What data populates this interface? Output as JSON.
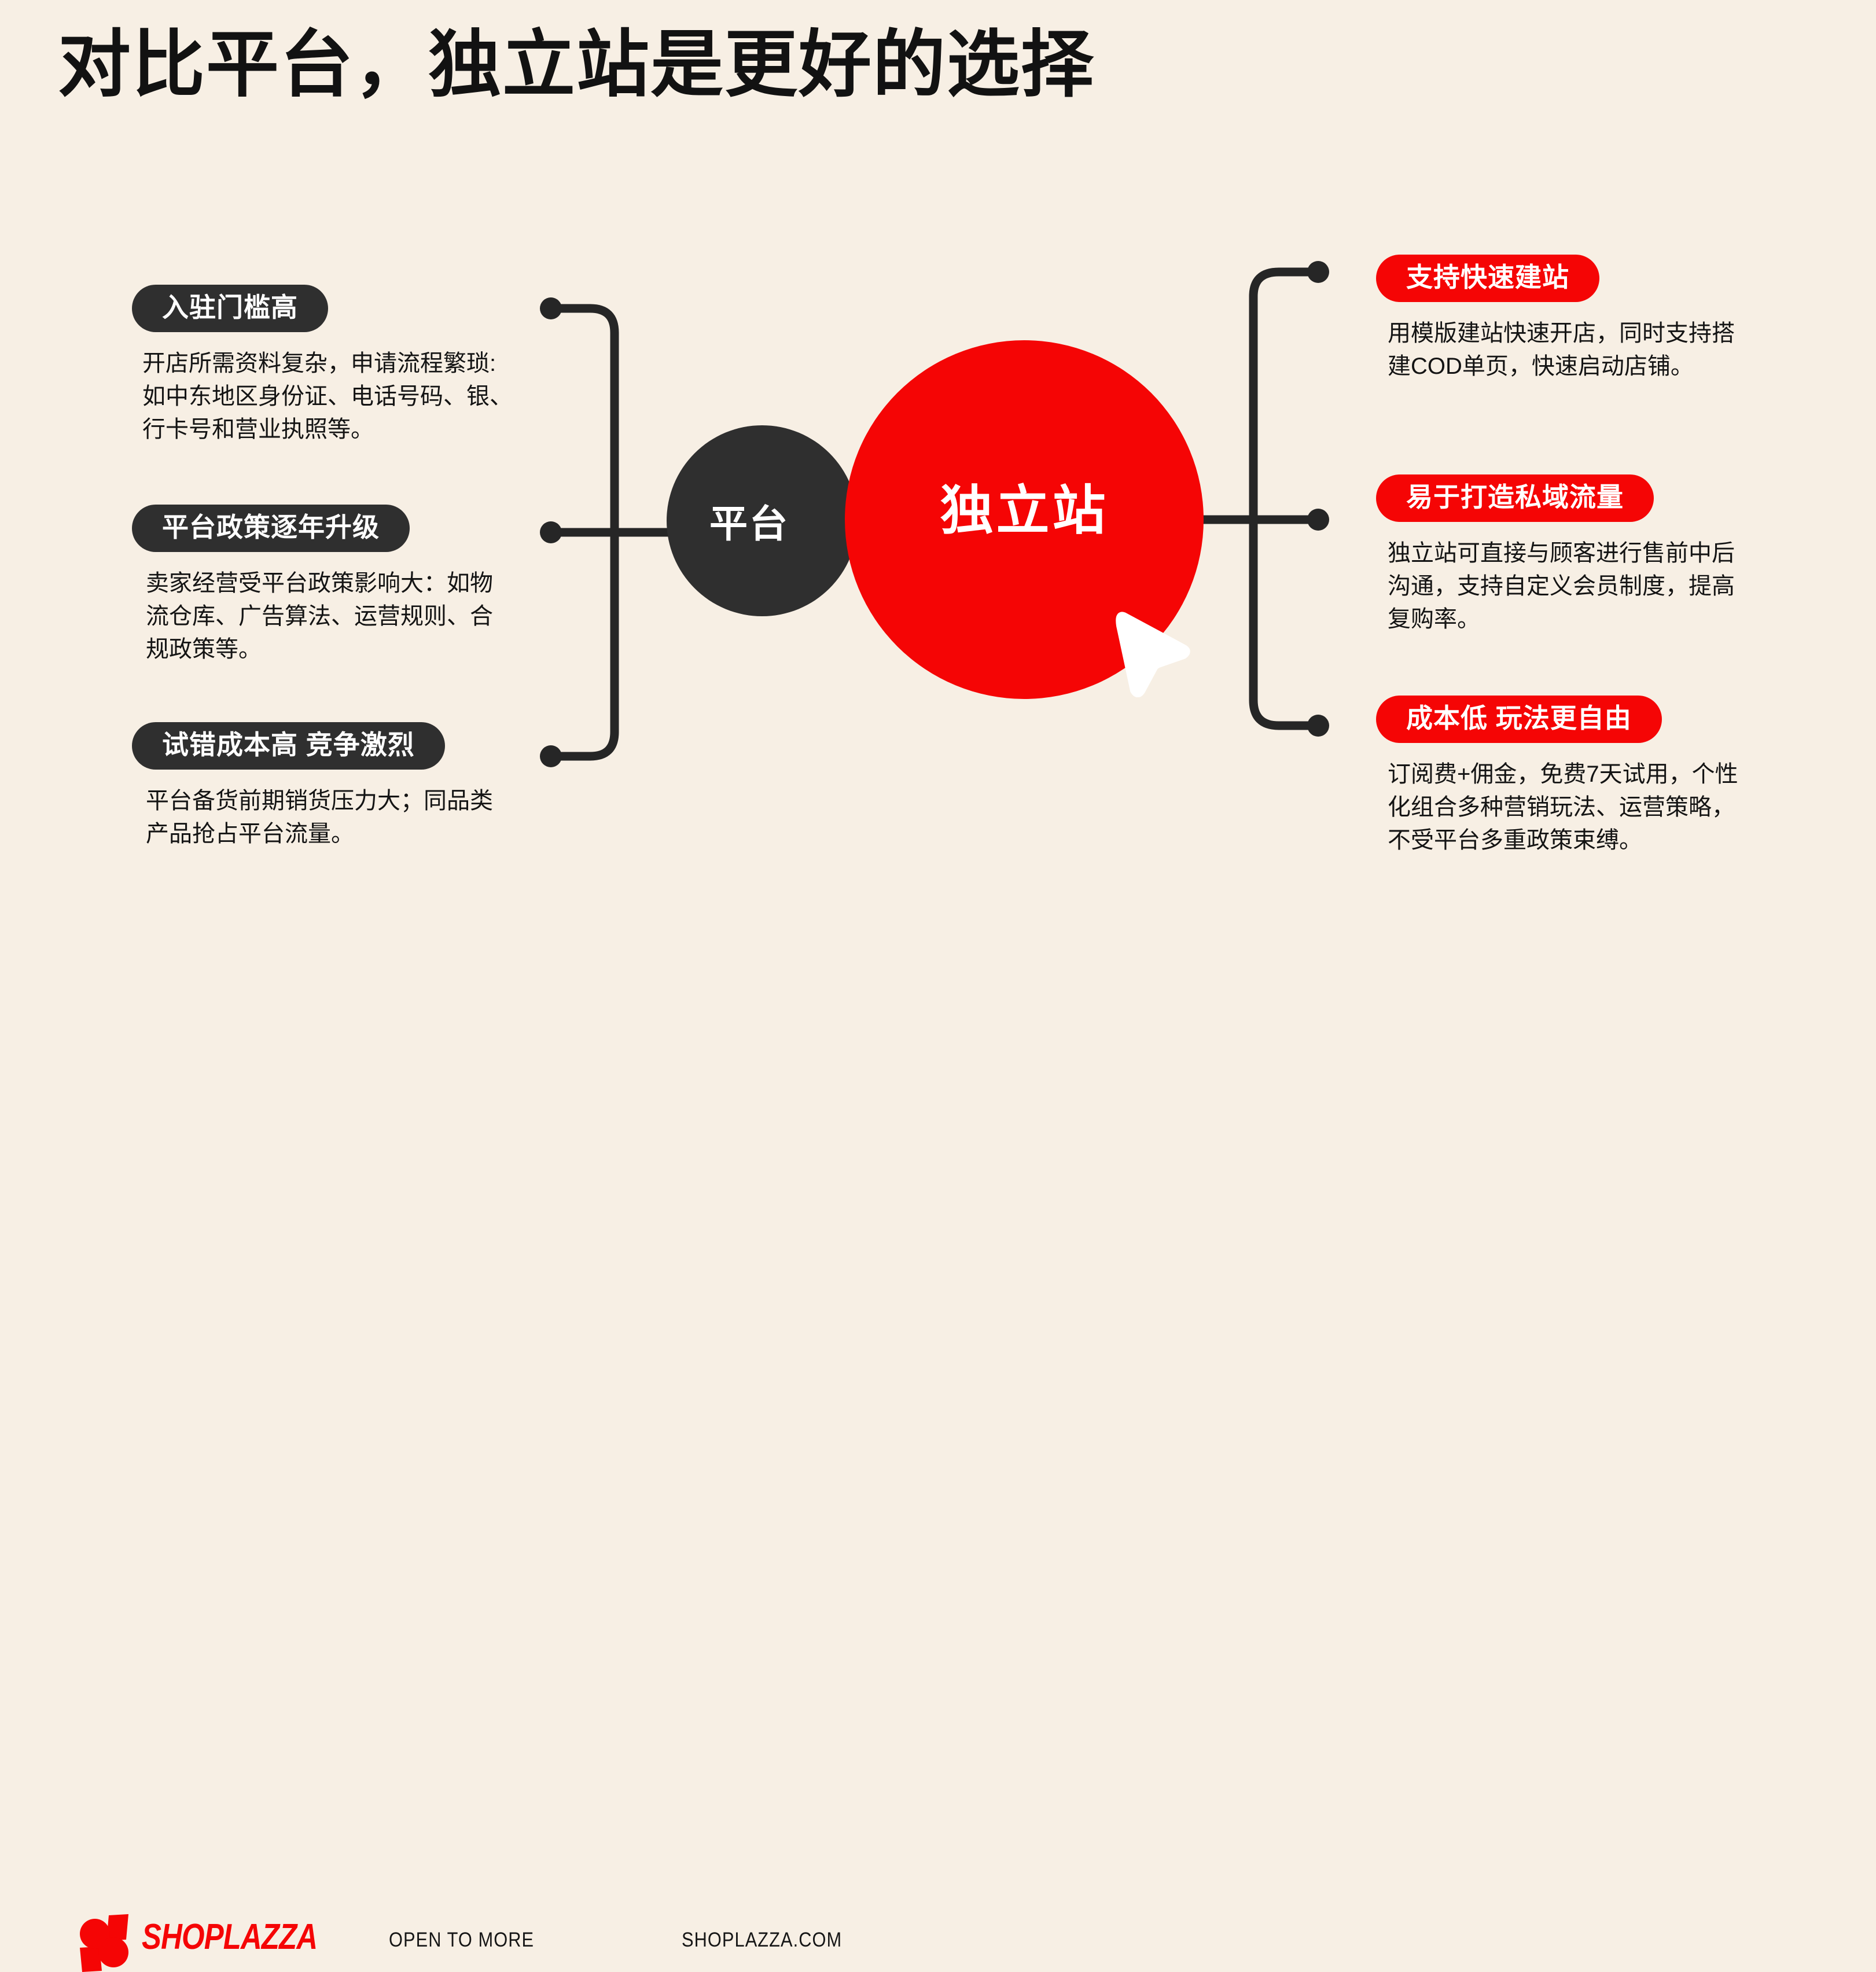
{
  "page": {
    "title": "对比平台，独立站是更好的选择",
    "background_color": "#F7EFE4",
    "accent_red": "#F50505",
    "accent_dark": "#2F2F2F"
  },
  "center": {
    "platform_label": "平台",
    "independent_label": "独立站",
    "cursor_icon": "cursor-arrow-icon"
  },
  "left_column": {
    "items": [
      {
        "pill": "入驻门槛高",
        "body": "开店所需资料复杂，申请流程繁琐:\n如中东地区身份证、电话号码、银、\n行卡号和营业执照等。"
      },
      {
        "pill": "平台政策逐年升级",
        "body": "卖家经营受平台政策影响大：如物\n流仓库、广告算法、运营规则、合\n规政策等。"
      },
      {
        "pill": "试错成本高 竞争激烈",
        "body": "平台备货前期销货压力大；同品类\n产品抢占平台流量。"
      }
    ]
  },
  "right_column": {
    "items": [
      {
        "pill": "支持快速建站",
        "body": "用模版建站快速开店，同时支持搭\n建COD单页，快速启动店铺。"
      },
      {
        "pill": "易于打造私域流量",
        "body": "独立站可直接与顾客进行售前中后\n沟通，支持自定义会员制度，提高\n复购率。"
      },
      {
        "pill": "成本低 玩法更自由",
        "body": "订阅费+佣金，免费7天试用，个性\n化组合多种营销玩法、运营策略，\n不受平台多重政策束缚。"
      }
    ]
  },
  "footer": {
    "brand": "SHOPLAZZA",
    "tagline": "OPEN TO MORE",
    "url": "SHOPLAZZA.COM",
    "logo_icon": "shoplazza-s-mark-icon"
  }
}
